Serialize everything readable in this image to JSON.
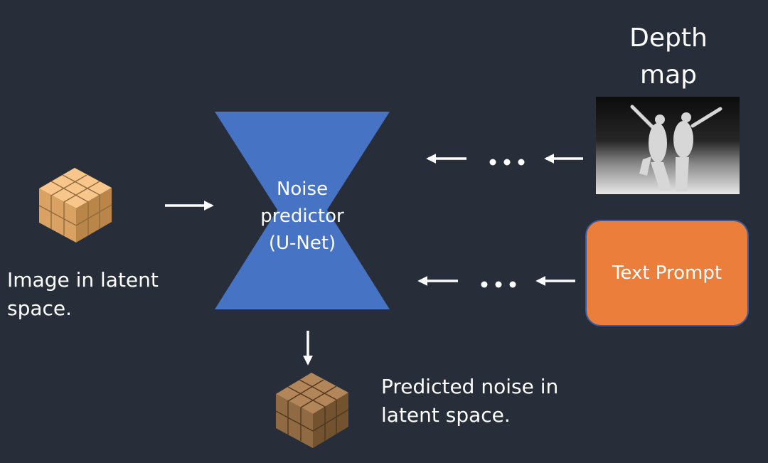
{
  "colors": {
    "background": "#282e39",
    "unet": "#4673c4",
    "prompt_box": "#eb7e3b",
    "prompt_border": "#3b5aa0",
    "arrow": "#ffffff",
    "cube_light": "#f5b66e",
    "cube_dark": "#8a6642"
  },
  "labels": {
    "input_image": [
      "Image in latent",
      "space."
    ],
    "unet": [
      "Noise",
      "predictor",
      "(U-Net)"
    ],
    "depth_map": [
      "Depth",
      "map"
    ],
    "text_prompt": "Text Prompt",
    "output_noise": [
      "Predicted noise in",
      "latent space."
    ]
  },
  "icons": {
    "input_cube": "cube-icon",
    "output_cube": "cube-icon",
    "depth_image": "depth-map-image",
    "ellipsis": "ellipsis-icon"
  }
}
